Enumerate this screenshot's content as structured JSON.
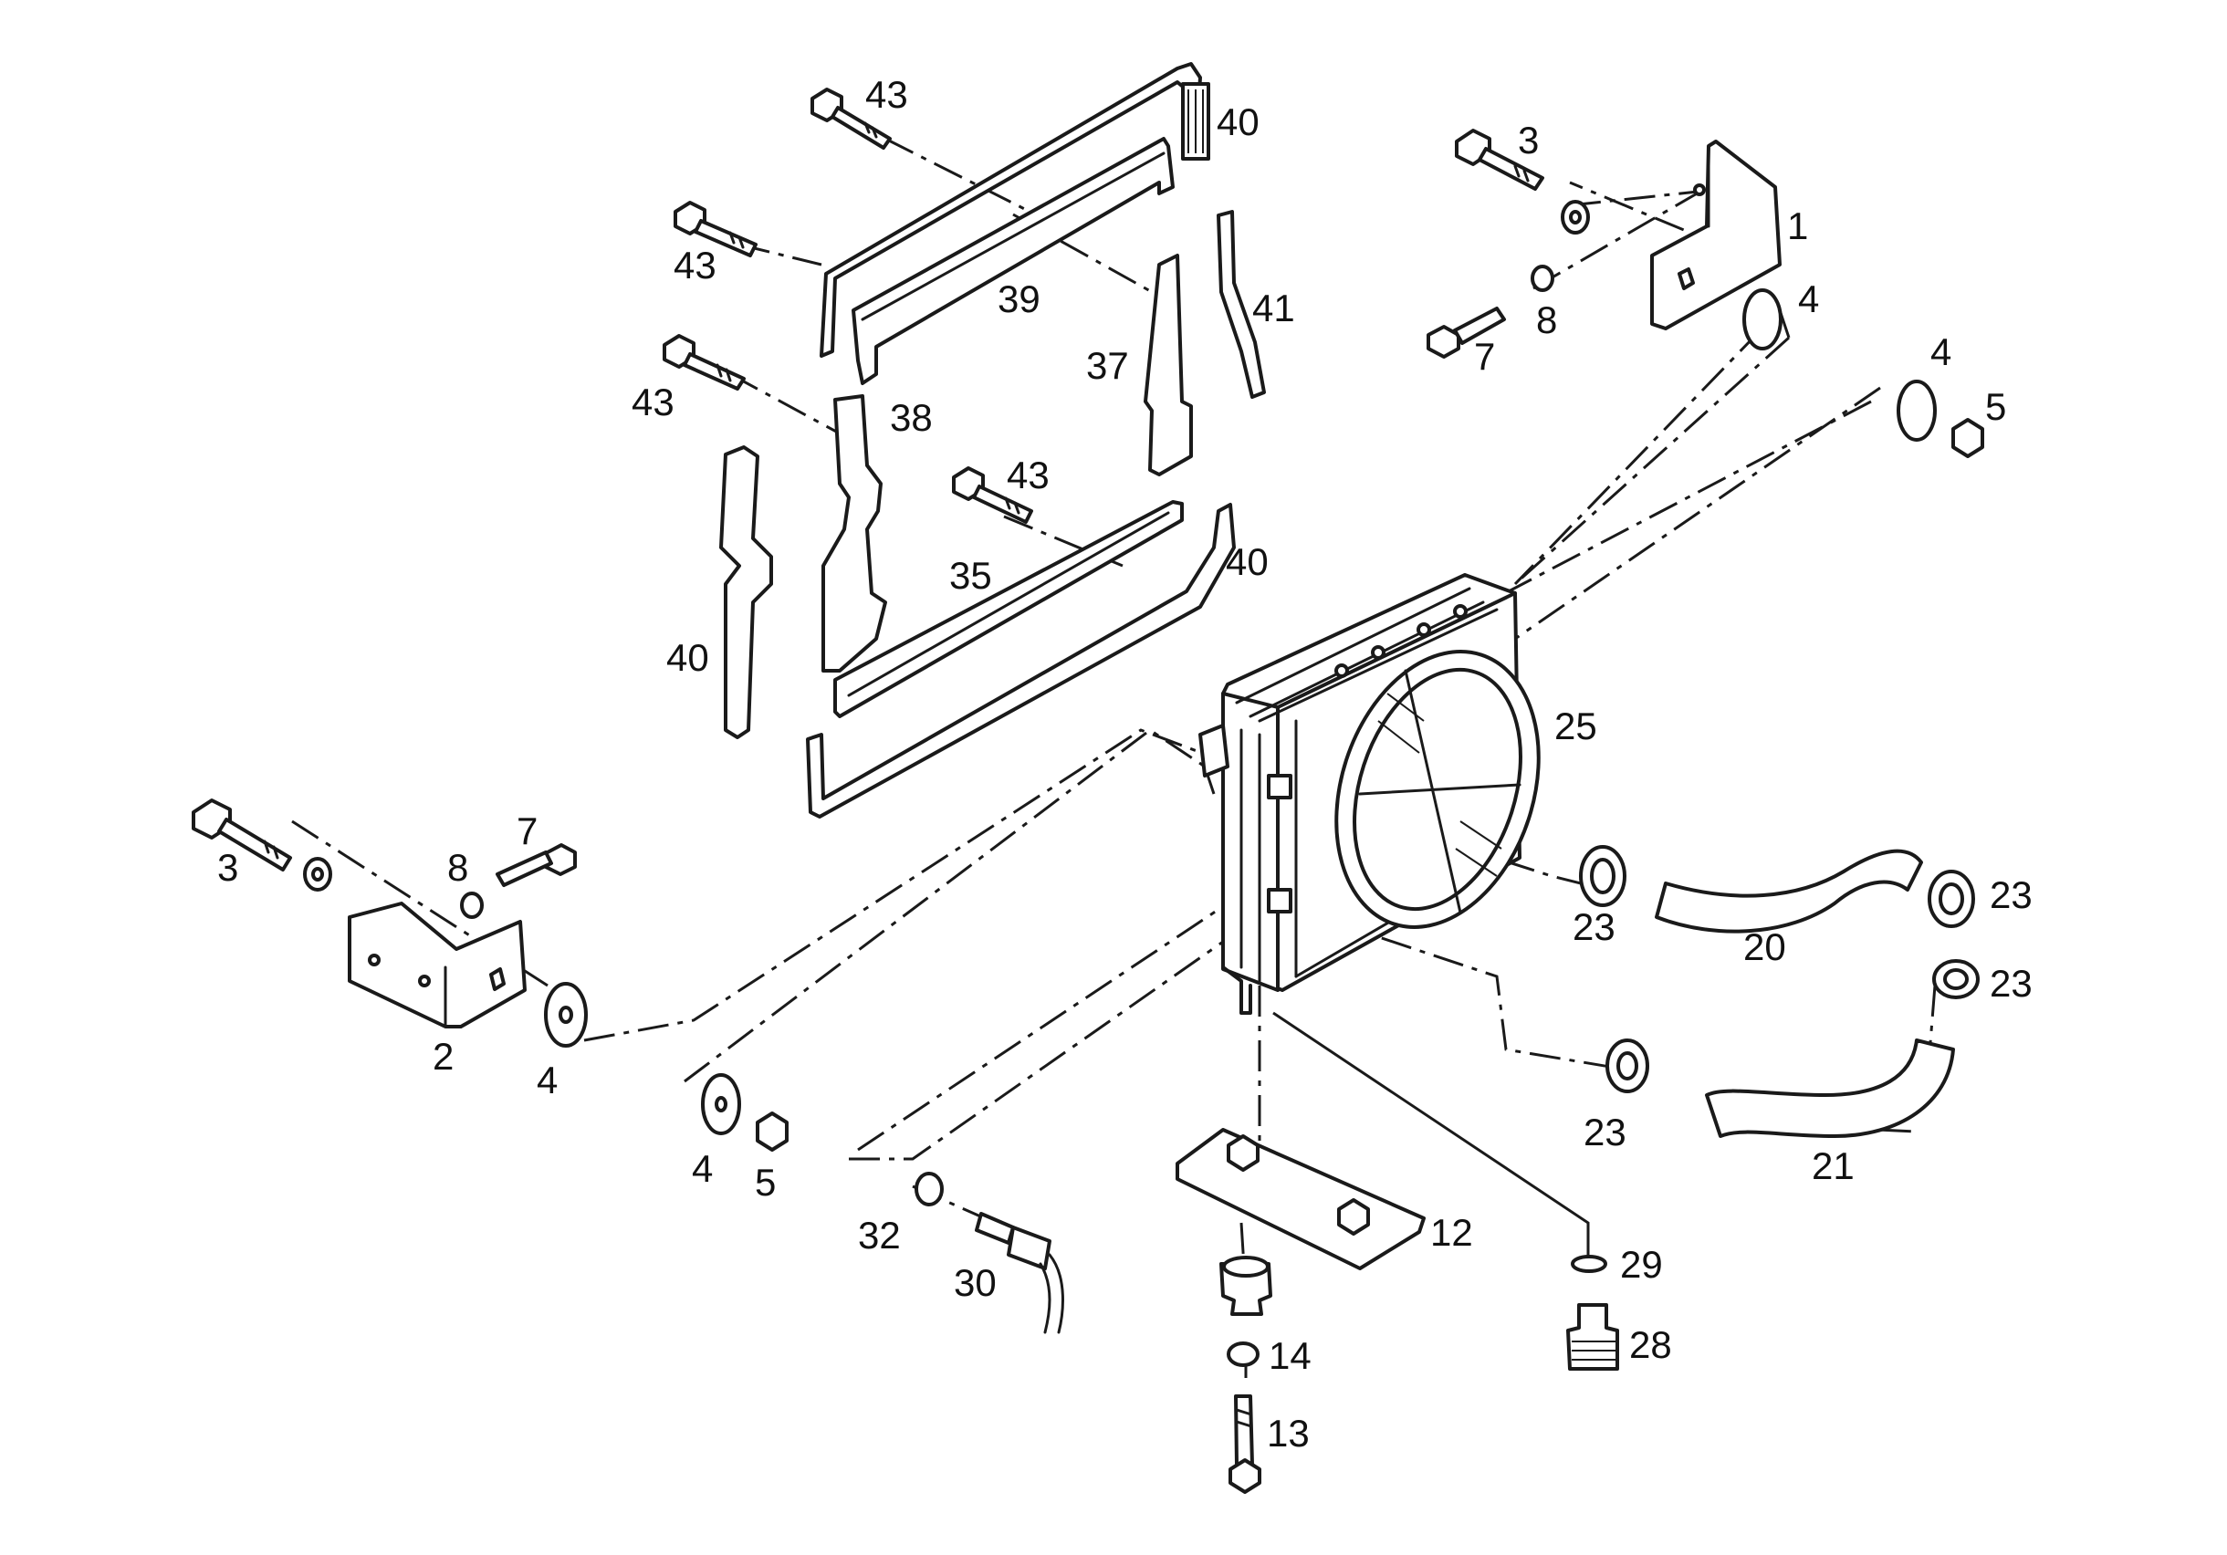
{
  "diagram": {
    "callouts": [
      {
        "id": "c43a",
        "text": "43"
      },
      {
        "id": "c40a",
        "text": "40"
      },
      {
        "id": "c43b",
        "text": "43"
      },
      {
        "id": "c39",
        "text": "39"
      },
      {
        "id": "c41",
        "text": "41"
      },
      {
        "id": "c37",
        "text": "37"
      },
      {
        "id": "c43c",
        "text": "43"
      },
      {
        "id": "c38",
        "text": "38"
      },
      {
        "id": "c43d",
        "text": "43"
      },
      {
        "id": "c35",
        "text": "35"
      },
      {
        "id": "c40b",
        "text": "40"
      },
      {
        "id": "c40c",
        "text": "40"
      },
      {
        "id": "c3a",
        "text": "3"
      },
      {
        "id": "c1",
        "text": "1"
      },
      {
        "id": "c4a",
        "text": "4"
      },
      {
        "id": "c8a",
        "text": "8"
      },
      {
        "id": "c7a",
        "text": "7"
      },
      {
        "id": "c4b",
        "text": "4"
      },
      {
        "id": "c5a",
        "text": "5"
      },
      {
        "id": "c25",
        "text": "25"
      },
      {
        "id": "c3b",
        "text": "3"
      },
      {
        "id": "c7b",
        "text": "7"
      },
      {
        "id": "c8b",
        "text": "8"
      },
      {
        "id": "c2",
        "text": "2"
      },
      {
        "id": "c4c",
        "text": "4"
      },
      {
        "id": "c23a",
        "text": "23"
      },
      {
        "id": "c20",
        "text": "20"
      },
      {
        "id": "c23b",
        "text": "23"
      },
      {
        "id": "c23c",
        "text": "23"
      },
      {
        "id": "c23d",
        "text": "23"
      },
      {
        "id": "c21",
        "text": "21"
      },
      {
        "id": "c4d",
        "text": "4"
      },
      {
        "id": "c5b",
        "text": "5"
      },
      {
        "id": "c32",
        "text": "32"
      },
      {
        "id": "c30",
        "text": "30"
      },
      {
        "id": "c12",
        "text": "12"
      },
      {
        "id": "c29",
        "text": "29"
      },
      {
        "id": "c28",
        "text": "28"
      },
      {
        "id": "c14",
        "text": "14"
      },
      {
        "id": "c13",
        "text": "13"
      }
    ]
  }
}
